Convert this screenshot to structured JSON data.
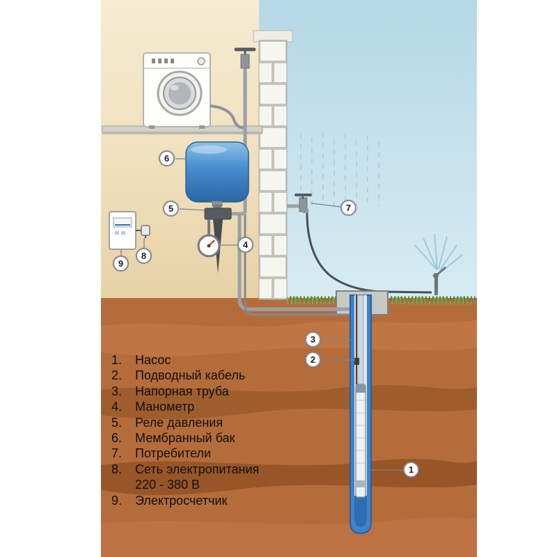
{
  "diagram": {
    "legend": {
      "items": [
        {
          "num": "1.",
          "label": "Насос"
        },
        {
          "num": "2.",
          "label": "Подводный кабель"
        },
        {
          "num": "3.",
          "label": "Напорная труба"
        },
        {
          "num": "4.",
          "label": "Манометр"
        },
        {
          "num": "5.",
          "label": "Реле давления"
        },
        {
          "num": "6.",
          "label": "Мембранный бак"
        },
        {
          "num": "7.",
          "label": "Потребители"
        },
        {
          "num": "8.",
          "label": "Сеть электропитания",
          "label2": "220 - 380 В"
        },
        {
          "num": "9.",
          "label": "Электросчетчик"
        }
      ]
    },
    "callouts": [
      {
        "n": "6"
      },
      {
        "n": "5"
      },
      {
        "n": "4"
      },
      {
        "n": "9"
      },
      {
        "n": "8"
      },
      {
        "n": "7"
      },
      {
        "n": "3"
      },
      {
        "n": "2"
      },
      {
        "n": "1"
      }
    ],
    "components": [
      "washing-machine",
      "membrane-tank",
      "pressure-relay",
      "pressure-gauge",
      "electric-meter",
      "power-plug",
      "indoor-tap",
      "outdoor-tap",
      "garden-hose",
      "sprinkler",
      "well-cap",
      "well-casing",
      "riser-pipe",
      "pump-cable",
      "submersible-pump"
    ],
    "colors": {
      "sky": "#c0dde9",
      "room": "#f2e2bf",
      "ground": "#b56c3b",
      "tank_blue": "#448bce",
      "well_blue": "#3e83c8",
      "grass_green": "#5e9a3e",
      "callout_border": "#868b90",
      "pipe_gray": "#9aa0a6"
    }
  }
}
